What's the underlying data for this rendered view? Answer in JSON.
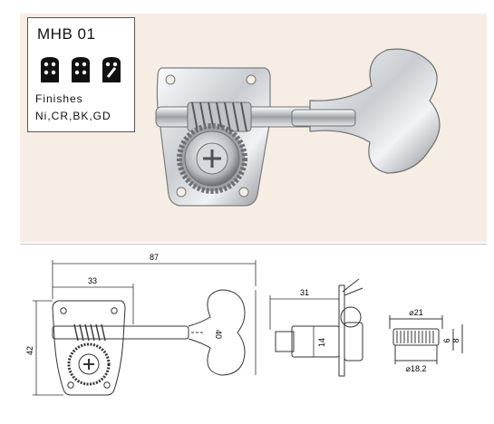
{
  "spec": {
    "model": "MHB 01",
    "finishes_label": "Finishes",
    "finishes": "Ni,CR,BK,GD",
    "icons": [
      "tuner-post-icon-1",
      "tuner-post-icon-2",
      "tuner-post-icon-3"
    ]
  },
  "dimensions": {
    "overall_length": "87",
    "post_offset": "33",
    "plate_height": "42",
    "button_height": "40",
    "side_length": "31",
    "post_dia": "14",
    "bushing_top": "21",
    "bushing_bottom": "18.2",
    "bushing_h1": "6",
    "bushing_h2": "8"
  },
  "colors": {
    "photo_bg": "#f6eee4",
    "chrome_light": "#eef0f2",
    "chrome_dark": "#6d7074",
    "line": "#333333"
  }
}
